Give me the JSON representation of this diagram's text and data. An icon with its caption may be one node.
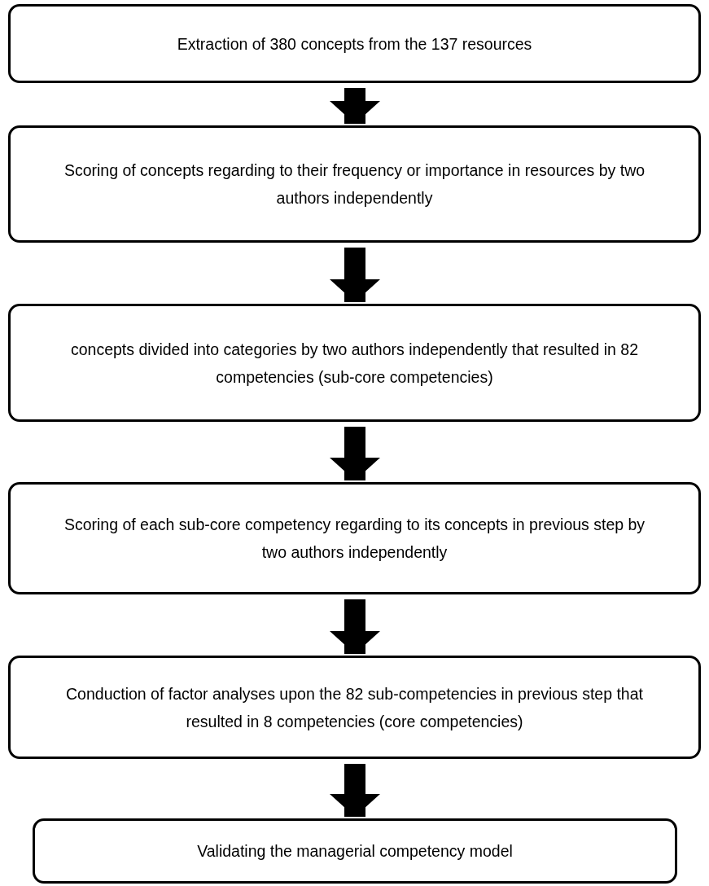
{
  "diagram": {
    "nodes": [
      {
        "text": [
          "Extraction of 380 concepts from the 137 resources"
        ]
      },
      {
        "text": [
          "Scoring of concepts regarding to their frequency or importance in resources by two authors independently"
        ]
      },
      {
        "text": [
          "concepts divided into categories by two authors independently that resulted in 82 competencies (sub-core competencies)"
        ]
      },
      {
        "text": [
          "Scoring of each sub-core competency regarding to its concepts in previous step by two authors independently"
        ]
      },
      {
        "text": [
          "Conduction of factor analyses upon the 82 sub-competencies in previous step that resulted in 8 competencies (core competencies)"
        ]
      },
      {
        "text": [
          "Validating the managerial competency model"
        ]
      }
    ],
    "edges": [
      {
        "from": 0,
        "to": 1,
        "arrow": "to"
      },
      {
        "from": 1,
        "to": 2,
        "arrow": "to"
      },
      {
        "from": 2,
        "to": 3,
        "arrow": "to"
      },
      {
        "from": 3,
        "to": 4,
        "arrow": "to"
      },
      {
        "from": 4,
        "to": 5,
        "arrow": "to"
      }
    ]
  }
}
